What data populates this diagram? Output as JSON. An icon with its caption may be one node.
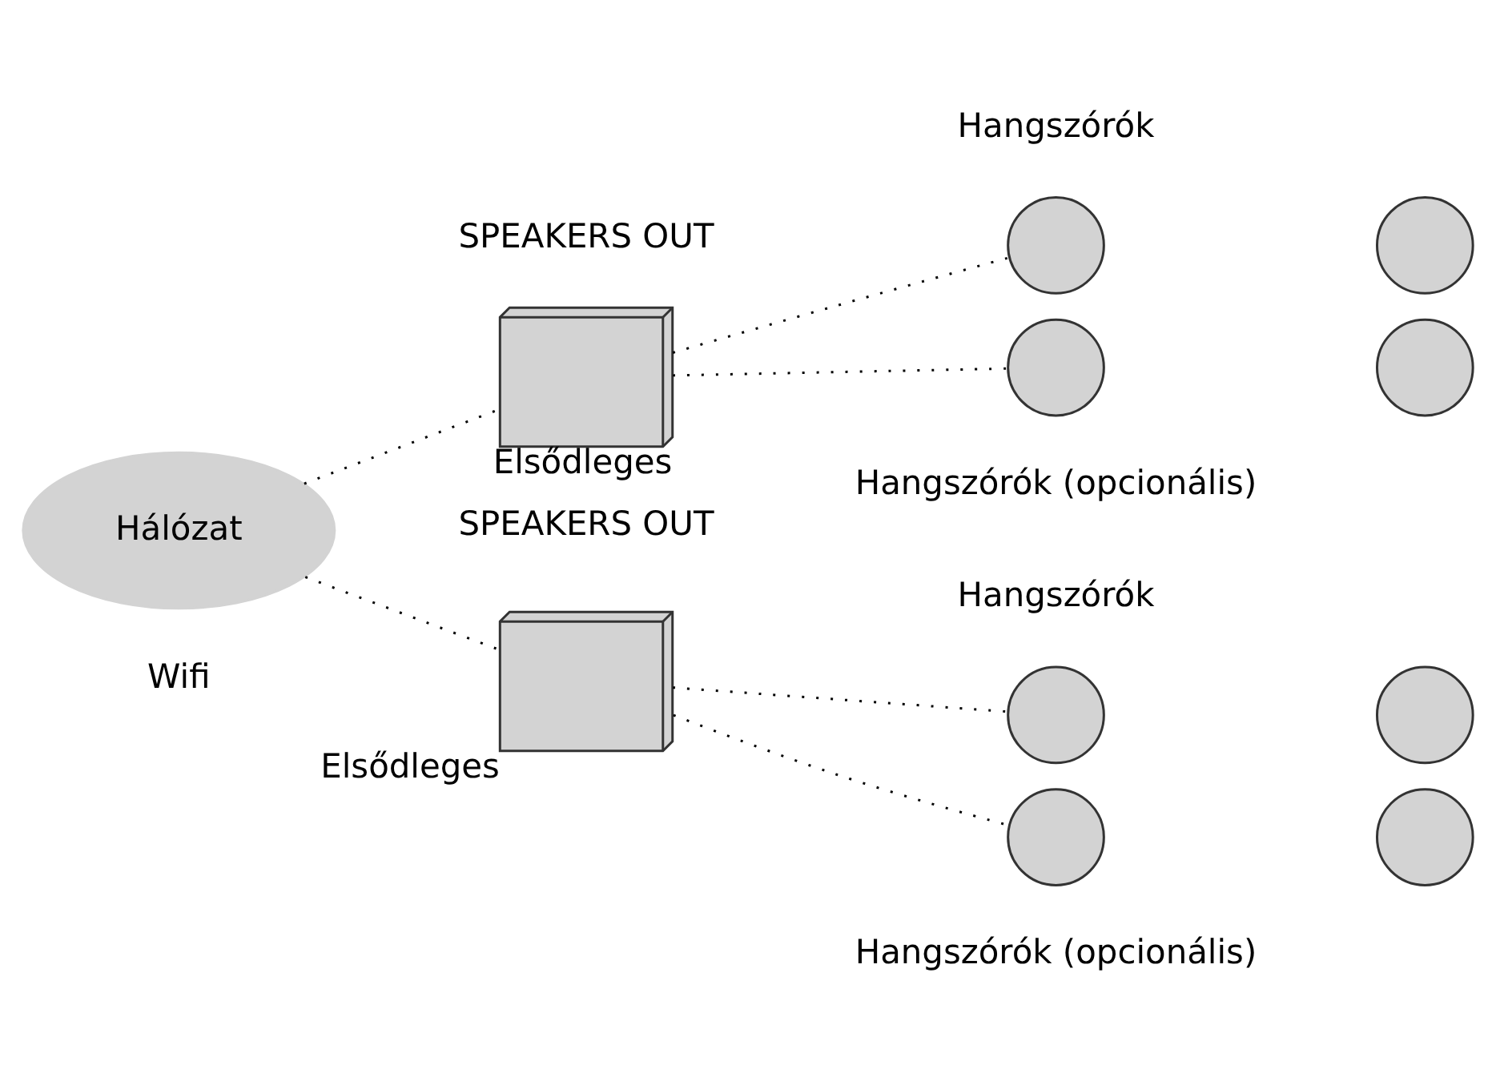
{
  "diagram": {
    "nodes": [
      {
        "text": [
          "Hálózat"
        ]
      },
      {
        "text": [],
        "shape": "box",
        "beside": [
          "Elsődleges"
        ]
      },
      {
        "text": [],
        "shape": "circle"
      },
      {
        "text": [],
        "shape": "circle"
      },
      {
        "text": [],
        "shape": "circle"
      },
      {
        "text": [],
        "shape": "circle"
      },
      {
        "text": [],
        "shape": "box",
        "beside": [
          "Elsődleges"
        ]
      },
      {
        "text": [],
        "shape": "circle"
      },
      {
        "text": [],
        "shape": "circle"
      },
      {
        "text": [],
        "shape": "circle"
      },
      {
        "text": [],
        "shape": "circle"
      }
    ],
    "edges": [
      {
        "from": 0,
        "to": 1,
        "arrow": "none",
        "style": "dashed"
      },
      {
        "from": 0,
        "to": 6,
        "arrow": "none",
        "style": "dashed"
      },
      {
        "from": 1,
        "to": 2,
        "arrow": "none",
        "style": "dashed"
      },
      {
        "from": 1,
        "to": 4,
        "arrow": "none",
        "style": "dashed"
      },
      {
        "from": 6,
        "to": 7,
        "arrow": "none",
        "style": "dashed"
      },
      {
        "from": 6,
        "to": 9,
        "arrow": "none",
        "style": "dashed"
      }
    ],
    "labels": [
      "Hangszórók",
      "SPEAKERS OUT",
      "Hangszórók (opcionális)",
      "Wifi",
      "Hangszórók",
      "SPEAKERS OUT",
      "Hangszórók (opcionális)"
    ]
  }
}
